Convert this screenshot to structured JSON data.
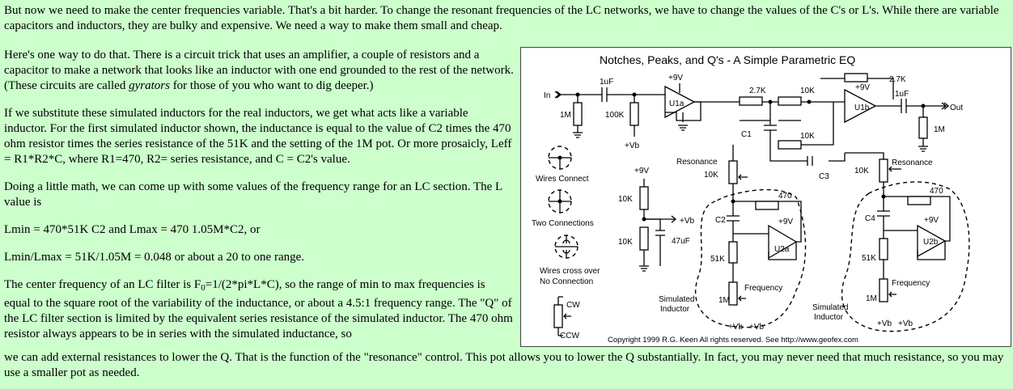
{
  "intro": "But now we need to make the center frequencies variable. That's a bit harder. To change the resonant frequencies of the LC networks, we have to change the values of the C's or L's. While there are variable capacitors and inductors, they are bulky and expensive. We need a way to make them small and cheap.",
  "left": {
    "p1_start": "Here's one way to do that. There is a circuit trick that uses an amplifier, a couple of resistors and a capacitor to make a network that looks like an inductor with one end grounded to the rest of the network.(These circuits are called ",
    "p1_em": "gyrators",
    "p1_end": " for those of you who want to dig deeper.)",
    "p2": "If we substitute these simulated inductors for the real inductors, we get what acts like a variable inductor. For the first simulated inductor shown, the inductance is equal to the value of C2 times the 470 ohm resistor times the series resistance of the 51K and the setting of the 1M pot. Or more prosaicly, Leff = R1*R2*C, where R1=470, R2= series resistance, and C = C2's value.",
    "p3": "Doing a little math, we can come up with some values of the frequency range for an LC section. The L value is",
    "p4": "Lmin = 470*51K C2 and Lmax = 470 1.05M*C2, or",
    "p5": "Lmin/Lmax = 51K/1.05M = 0.048 or about a 20 to one range.",
    "p6_start": "The center frequency of an LC filter is F",
    "p6_sub": "0",
    "p6_end": "=1/(2*pi*L*C), so the range of min to max frequencies is equal to the square root of the variability of the inductance, or about a 4.5:1 frequency range. The \"Q\" of the LC filter section is limited by the equivalent series resistance of the simulated inductor. The 470 ohm resistor always appears to be in series with the simulated inductance, so"
  },
  "bottom": "we can add external resistances to lower the Q. That is the function of the \"resonance\" control. This pot allows you to lower the Q substantially. In fact, you may never need that much resistance, so you may use a smaller pot as needed.",
  "figure": {
    "title": "Notches, Peaks, and Q's - A Simple Parametric EQ",
    "credit": "Copyright 1999 R.G. Keen    All rights reserved. See http://www.geofex.com",
    "labels": {
      "in": "In",
      "out": "Out",
      "c_1uf_a": "1uF",
      "c_1uf_b": "1uF",
      "r_1m_a": "1M",
      "r_100k": "100K",
      "r_1m_b": "1M",
      "v9_a": "+9V",
      "v9_b": "+9V",
      "v9_c": "+9V",
      "v9_d": "+9V",
      "v9_e": "+9V",
      "u1a": "U1a",
      "u1b": "U1b",
      "u2a": "U2a",
      "u2b": "U2b",
      "vb_a": "+Vb",
      "vb_b": "+Vb",
      "vb_c": "+Vb",
      "vb_d": "+Vb",
      "vb_e": "+Vb",
      "vb_f": "+Vb",
      "r_2k7_a": "2.7K",
      "r_2k7_b": "2.7K",
      "r_10k_a": "10K",
      "r_10k_b": "10K",
      "r_10k_c": "10K",
      "r_10k_d": "10K",
      "r_10k_e": "10K",
      "r_10k_f": "10K",
      "c1": "C1",
      "c2": "C2",
      "c3": "C3",
      "c4": "C4",
      "c_47uf": "47uF",
      "r_470_a": "470",
      "r_470_b": "470",
      "r_51k_a": "51K",
      "r_51k_b": "51K",
      "r_1m_c": "1M",
      "r_1m_d": "1M",
      "resonance_a": "Resonance",
      "resonance_b": "Resonance",
      "frequency_a": "Frequency",
      "frequency_b": "Frequency",
      "sim_ind_a_1": "Simulated",
      "sim_ind_a_2": "Inductor",
      "sim_ind_b_1": "Simulated",
      "sim_ind_b_2": "Inductor",
      "legend_connect": "Wires Connect",
      "legend_two": "Two Connections",
      "legend_cross_1": "Wires cross over",
      "legend_cross_2": "No Connection",
      "cw": "CW",
      "ccw": "CCW"
    }
  }
}
